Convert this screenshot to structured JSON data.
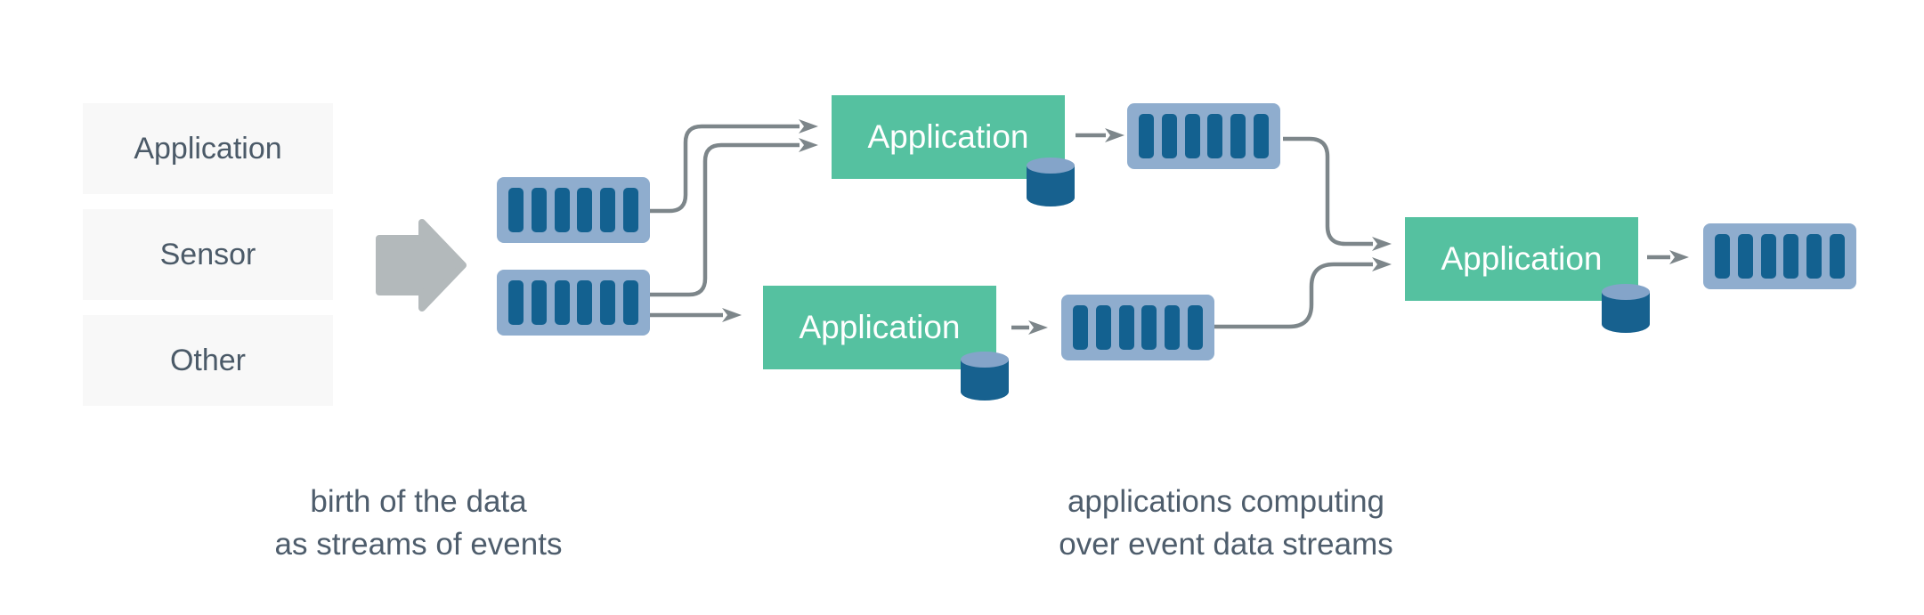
{
  "colors": {
    "green": "#55c1a0",
    "streambg": "#8fadce",
    "streambar": "#136190",
    "wire": "#7d868a",
    "bigarrow": "#b3b9bb",
    "srcbg": "#f8f8f8",
    "ink": "#4b5a68",
    "ink2": "#4e5d6c",
    "cyltop": "#84a4c9",
    "cylbody": "#17618f",
    "appText": "#ffffff"
  },
  "sources": [
    {
      "label": "Application"
    },
    {
      "label": "Sensor"
    },
    {
      "label": "Other"
    }
  ],
  "applications": [
    {
      "label": "Application"
    },
    {
      "label": "Application"
    },
    {
      "label": "Application"
    }
  ],
  "icons": {
    "stream": "event-stream-icon",
    "database": "database-cylinder-icon",
    "flow": "flow-arrow-icon"
  },
  "captions": {
    "left": {
      "line1": "birth of the data",
      "line2": "as streams of events"
    },
    "right": {
      "line1": "applications computing",
      "line2": "over event data streams"
    }
  }
}
